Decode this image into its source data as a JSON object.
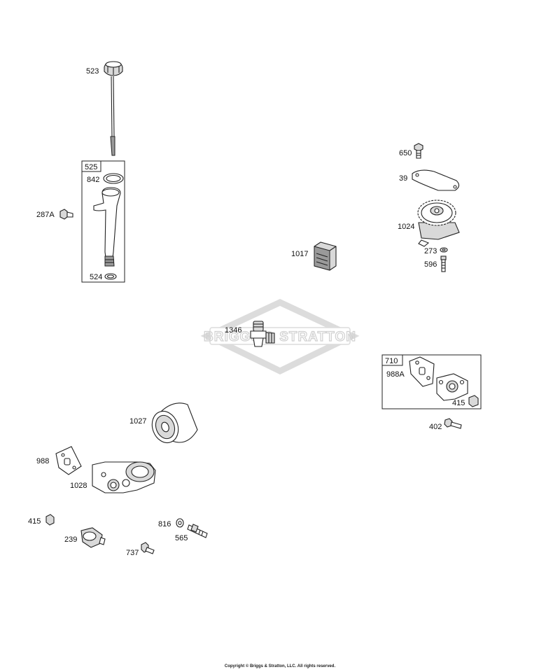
{
  "watermark": {
    "text": "BRIGGS & STRATTON"
  },
  "copyright": "Copyright © Briggs & Stratton, LLC. All rights reserved.",
  "labels": {
    "p523": "523",
    "p525": "525",
    "p842": "842",
    "p287A": "287A",
    "p524": "524",
    "p650": "650",
    "p39": "39",
    "p1024": "1024",
    "p1017": "1017",
    "p273": "273",
    "p596": "596",
    "p1346": "1346",
    "p710": "710",
    "p988A": "988A",
    "p415b": "415",
    "p402": "402",
    "p1027": "1027",
    "p988": "988",
    "p1028": "1028",
    "p415a": "415",
    "p239": "239",
    "p816": "816",
    "p565": "565",
    "p737": "737"
  }
}
